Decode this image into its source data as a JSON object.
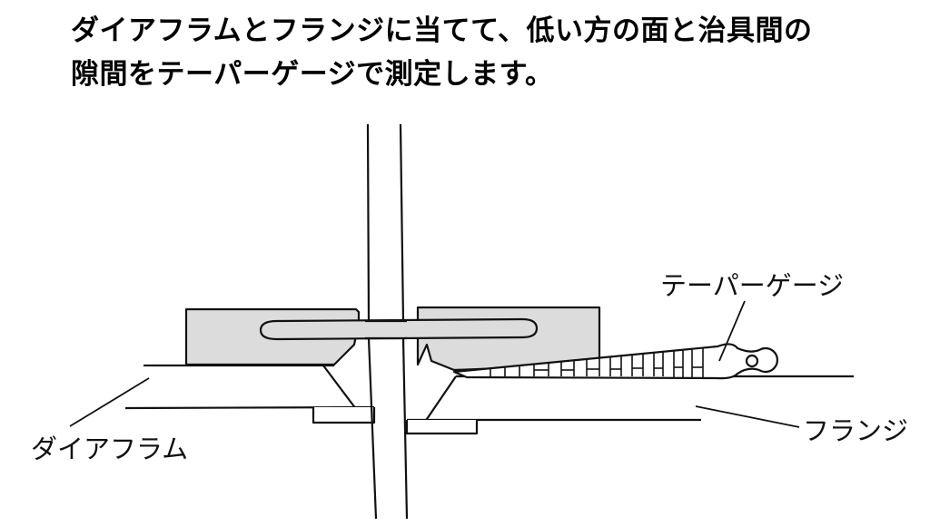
{
  "title": {
    "line1": "ダイアフラムとフランジに当てて、低い方の面と治具間の",
    "line2": "隙間をテーパーゲージで測定します。"
  },
  "labels": {
    "taper_gauge": "テーパーゲージ",
    "diaphragm": "ダイアフラム",
    "flange": "フランジ"
  },
  "colors": {
    "line": "#111111",
    "fill_gray": "#dcdcdc",
    "background": "#ffffff"
  }
}
